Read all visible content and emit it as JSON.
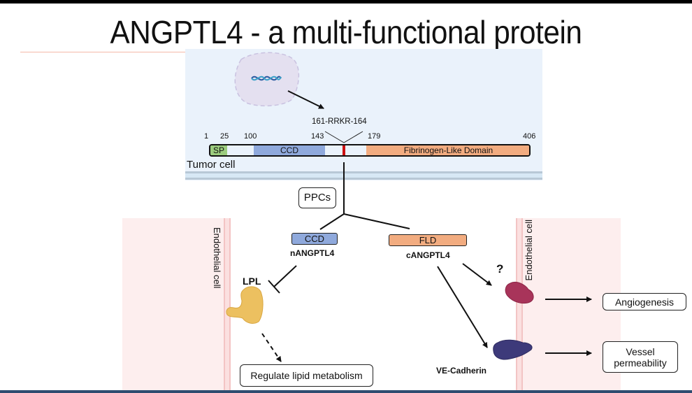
{
  "slide": {
    "title": "ANGPTL4 - a multi-functional protein"
  },
  "tumor_cell": {
    "label": "Tumor cell",
    "nucleus_icon": "dna-icon"
  },
  "protein": {
    "cleavage_site": "161-RRKR-164",
    "positions": [
      "1",
      "25",
      "100",
      "143",
      "179",
      "406"
    ],
    "domains": {
      "signal_peptide": "SP",
      "coiled_coil": "CCD",
      "fibrinogen_like": "Fibrinogen-Like Domain"
    },
    "colors": {
      "sp": "#9ccc7e",
      "ccd": "#8fa9dc",
      "fld": "#f2ac80",
      "cleavage": "#cc1111"
    }
  },
  "processing": {
    "enzyme": "PPCs"
  },
  "fragments": {
    "n_terminal": {
      "domain": "CCD",
      "name": "nANGPTL4"
    },
    "c_terminal": {
      "domain": "FLD",
      "name": "cANGPTL4"
    }
  },
  "endothelial": {
    "left_label": "Endothelial cell",
    "right_label": "Endothelial cell"
  },
  "targets": {
    "lpl": "LPL",
    "unknown": "?",
    "ve_cadherin": "VE-Cadherin"
  },
  "outcomes": {
    "lipid": "Regulate lipid metabolism",
    "angiogenesis": "Angiogenesis",
    "permeability": "Vessel permeability"
  }
}
